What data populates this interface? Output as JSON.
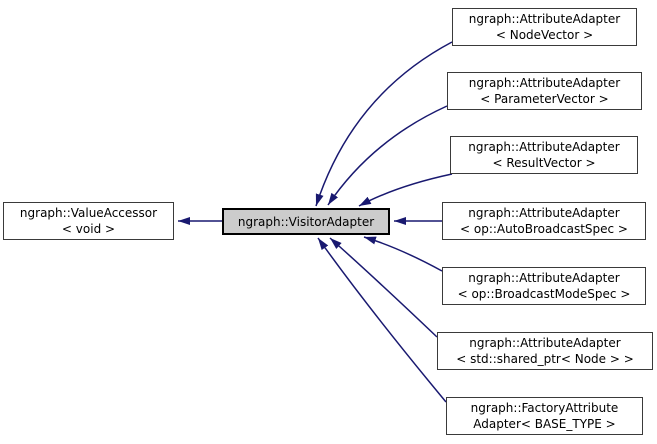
{
  "diagram": {
    "kind": "doxygen-inheritance-graph",
    "colors": {
      "arrow": "#191970",
      "current_node_fill": "#cccccc",
      "node_border": "#3a3a3a",
      "background": "#ffffff"
    },
    "nodes": {
      "base": {
        "line1": "ngraph::ValueAccessor",
        "line2": "< void >"
      },
      "current": {
        "line1": "ngraph::VisitorAdapter"
      },
      "derived": [
        {
          "line1": "ngraph::AttributeAdapter",
          "line2": "< NodeVector >"
        },
        {
          "line1": "ngraph::AttributeAdapter",
          "line2": "< ParameterVector >"
        },
        {
          "line1": "ngraph::AttributeAdapter",
          "line2": "< ResultVector >"
        },
        {
          "line1": "ngraph::AttributeAdapter",
          "line2": "< op::AutoBroadcastSpec >"
        },
        {
          "line1": "ngraph::AttributeAdapter",
          "line2": "< op::BroadcastModeSpec >"
        },
        {
          "line1": "ngraph::AttributeAdapter",
          "line2": "< std::shared_ptr< Node > >"
        },
        {
          "line1": "ngraph::FactoryAttribute",
          "line2": "Adapter< BASE_TYPE >"
        }
      ]
    },
    "edges": [
      {
        "from": "ngraph::VisitorAdapter",
        "to": "ngraph::ValueAccessor< void >"
      },
      {
        "from": "ngraph::AttributeAdapter< NodeVector >",
        "to": "ngraph::VisitorAdapter"
      },
      {
        "from": "ngraph::AttributeAdapter< ParameterVector >",
        "to": "ngraph::VisitorAdapter"
      },
      {
        "from": "ngraph::AttributeAdapter< ResultVector >",
        "to": "ngraph::VisitorAdapter"
      },
      {
        "from": "ngraph::AttributeAdapter< op::AutoBroadcastSpec >",
        "to": "ngraph::VisitorAdapter"
      },
      {
        "from": "ngraph::AttributeAdapter< op::BroadcastModeSpec >",
        "to": "ngraph::VisitorAdapter"
      },
      {
        "from": "ngraph::AttributeAdapter< std::shared_ptr< Node > >",
        "to": "ngraph::VisitorAdapter"
      },
      {
        "from": "ngraph::FactoryAttributeAdapter< BASE_TYPE >",
        "to": "ngraph::VisitorAdapter"
      }
    ]
  }
}
